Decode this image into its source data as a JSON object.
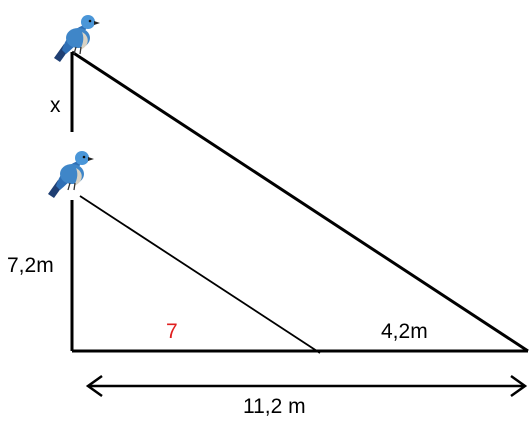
{
  "labels": {
    "x": "x",
    "lower_height": "7,2m",
    "base_segment_red": "7",
    "base_segment_right": "4,2m",
    "total_base": "11,2 m"
  },
  "colors": {
    "line": "#000000",
    "highlight": "#e02020",
    "bird_body": "#3f86c8",
    "bird_breast": "#d8d2c4",
    "bird_dark": "#1f3f73"
  },
  "icons": {
    "top_bird": "bluebird-icon",
    "lower_bird": "bluebird-icon",
    "arrow_left": "arrowhead-left",
    "arrow_right": "arrowhead-right"
  }
}
